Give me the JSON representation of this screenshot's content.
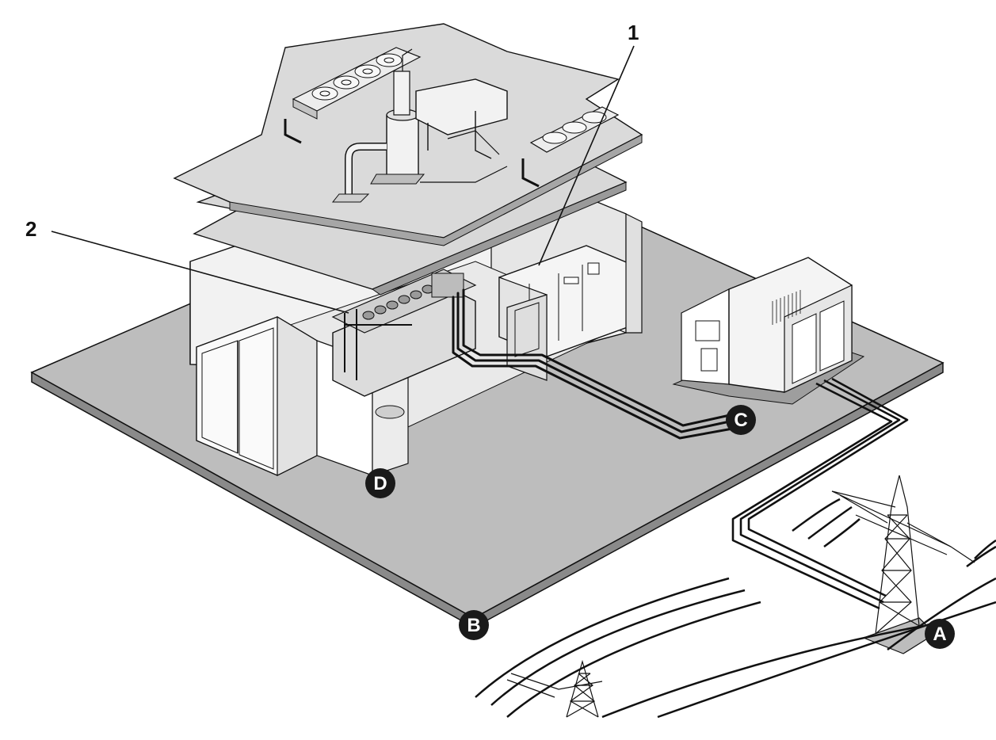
{
  "callouts": [
    {
      "id": "1",
      "label": "1"
    },
    {
      "id": "2",
      "label": "2"
    }
  ],
  "markers": [
    {
      "id": "A",
      "label": "A"
    },
    {
      "id": "B",
      "label": "B"
    },
    {
      "id": "C",
      "label": "C"
    },
    {
      "id": "D",
      "label": "D"
    }
  ],
  "colors": {
    "platform": "#bdbdbd",
    "platform_edge": "#8a8a8a",
    "roof": "#d6d6d6",
    "line": "#111111",
    "marker_fill": "#1a1a1a",
    "building_fill": "#f4f4f4"
  }
}
